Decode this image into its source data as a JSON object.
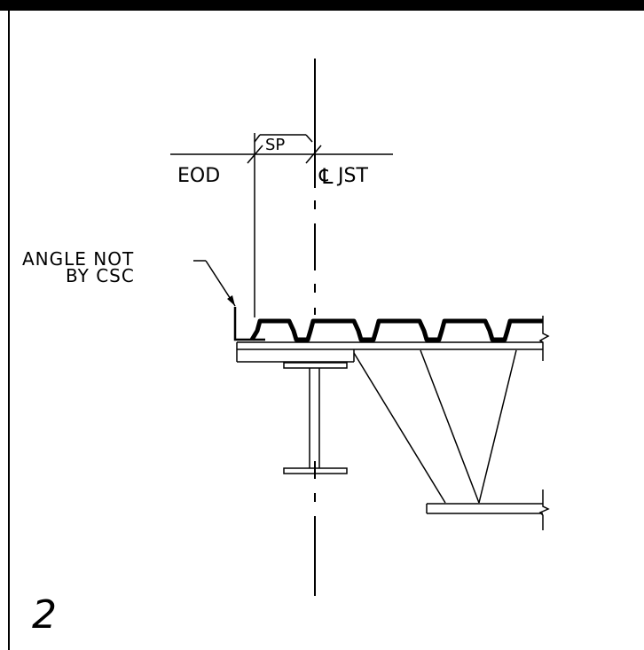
{
  "labels": {
    "sp": "SP",
    "eod": "EOD",
    "cl_symbol": "℄",
    "jst": "JST",
    "angle_line1": "ANGLE NOT",
    "angle_line2": "BY CSC",
    "detail_number": "2"
  }
}
